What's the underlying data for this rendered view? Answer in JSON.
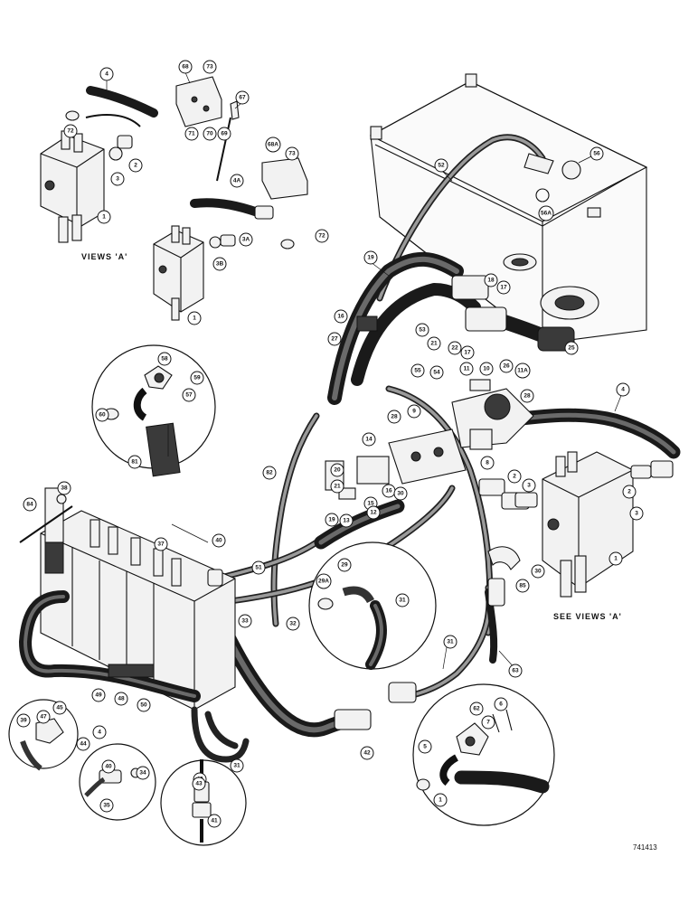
{
  "captions": {
    "views_a": "VIEWS 'A'",
    "see_views_a": "SEE VIEWS 'A'",
    "drawing_number": "741413"
  },
  "callouts": [
    "4",
    "68",
    "73",
    "72",
    "71",
    "70",
    "69",
    "67",
    "2",
    "3",
    "1",
    "68A",
    "73",
    "4A",
    "72",
    "3A",
    "3B",
    "1",
    "52",
    "56",
    "56A",
    "19",
    "18",
    "17",
    "25",
    "16",
    "53",
    "21",
    "22",
    "27",
    "17",
    "55",
    "54",
    "11",
    "10",
    "26",
    "11A",
    "28",
    "4",
    "60",
    "58",
    "57",
    "59",
    "81",
    "82",
    "14",
    "20",
    "9",
    "8",
    "2",
    "3",
    "2",
    "3",
    "1",
    "21",
    "16",
    "15",
    "19",
    "12",
    "13",
    "30",
    "28",
    "31",
    "29A",
    "29",
    "30",
    "85",
    "84",
    "38",
    "37",
    "40",
    "51",
    "32",
    "33",
    "31",
    "63",
    "62",
    "7",
    "6",
    "5",
    "1",
    "4",
    "39",
    "47",
    "45",
    "48",
    "49",
    "44",
    "50",
    "40",
    "34",
    "35",
    "31",
    "42",
    "43",
    "41",
    "42",
    "61"
  ]
}
